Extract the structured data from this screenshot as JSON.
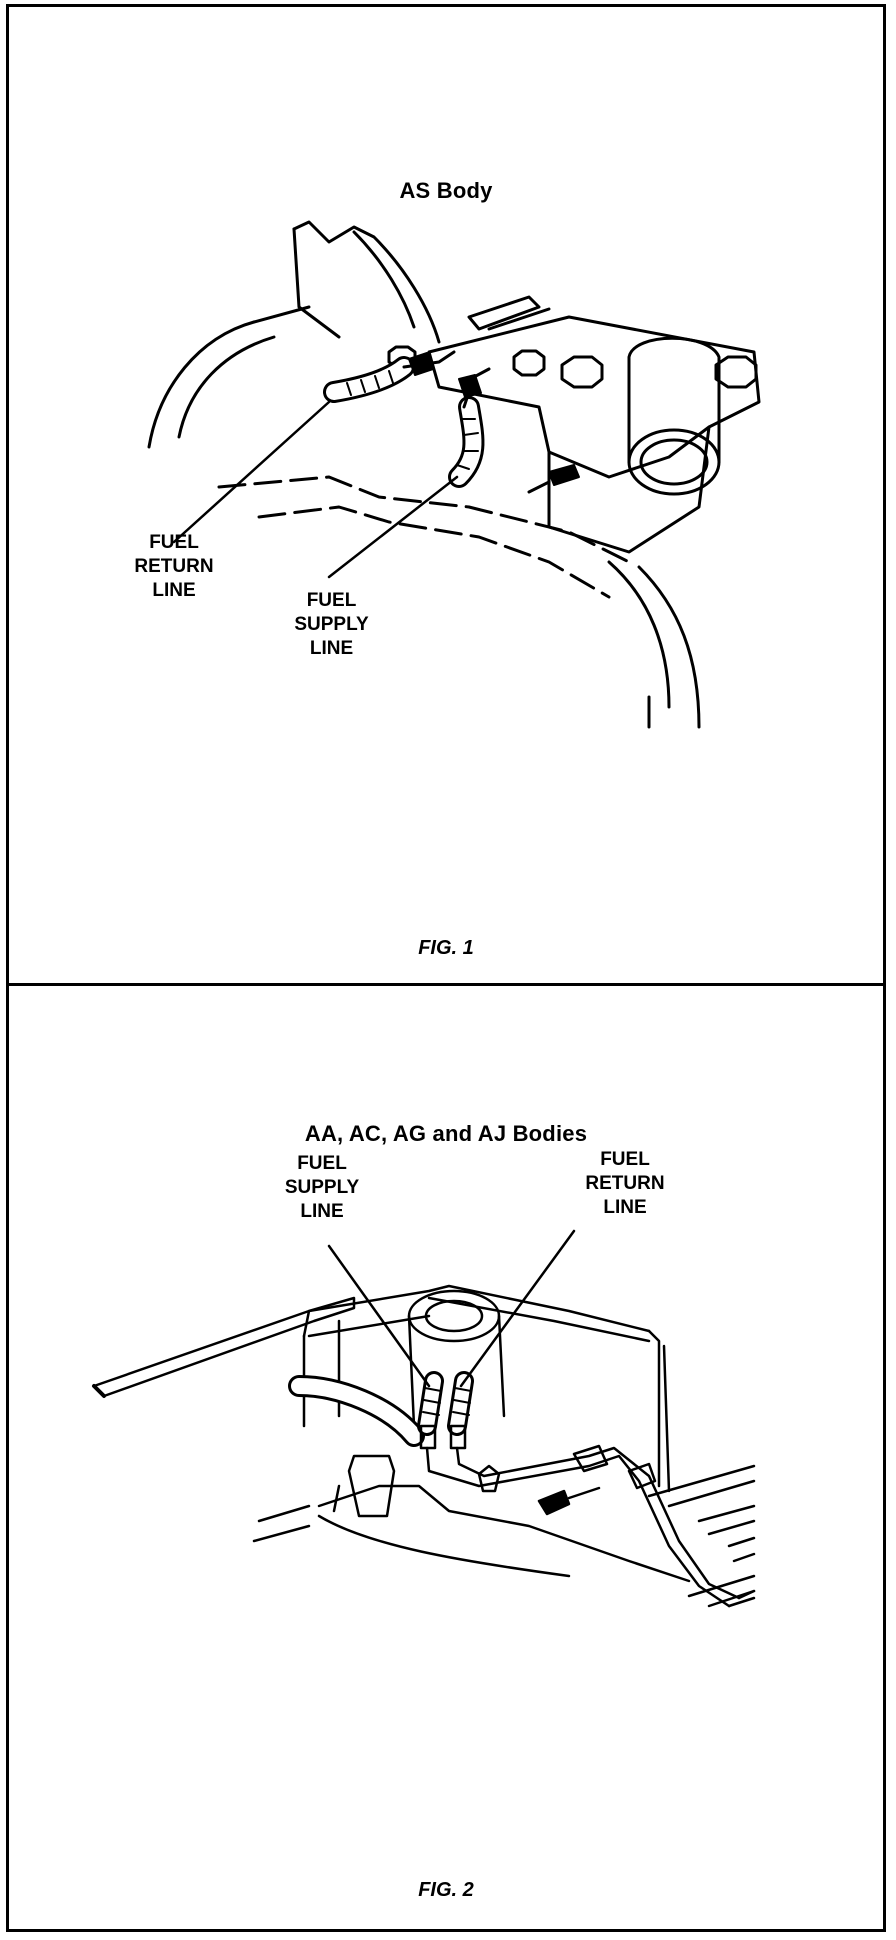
{
  "figures": [
    {
      "title": "AS Body",
      "caption": "FIG. 1",
      "labels": {
        "return": [
          "FUEL",
          "RETURN",
          "LINE"
        ],
        "supply": [
          "FUEL",
          "SUPPLY",
          "LINE"
        ]
      }
    },
    {
      "title": "AA, AC, AG and AJ Bodies",
      "caption": "FIG. 2",
      "labels": {
        "supply": [
          "FUEL",
          "SUPPLY",
          "LINE"
        ],
        "return": [
          "FUEL",
          "RETURN",
          "LINE"
        ]
      }
    }
  ]
}
